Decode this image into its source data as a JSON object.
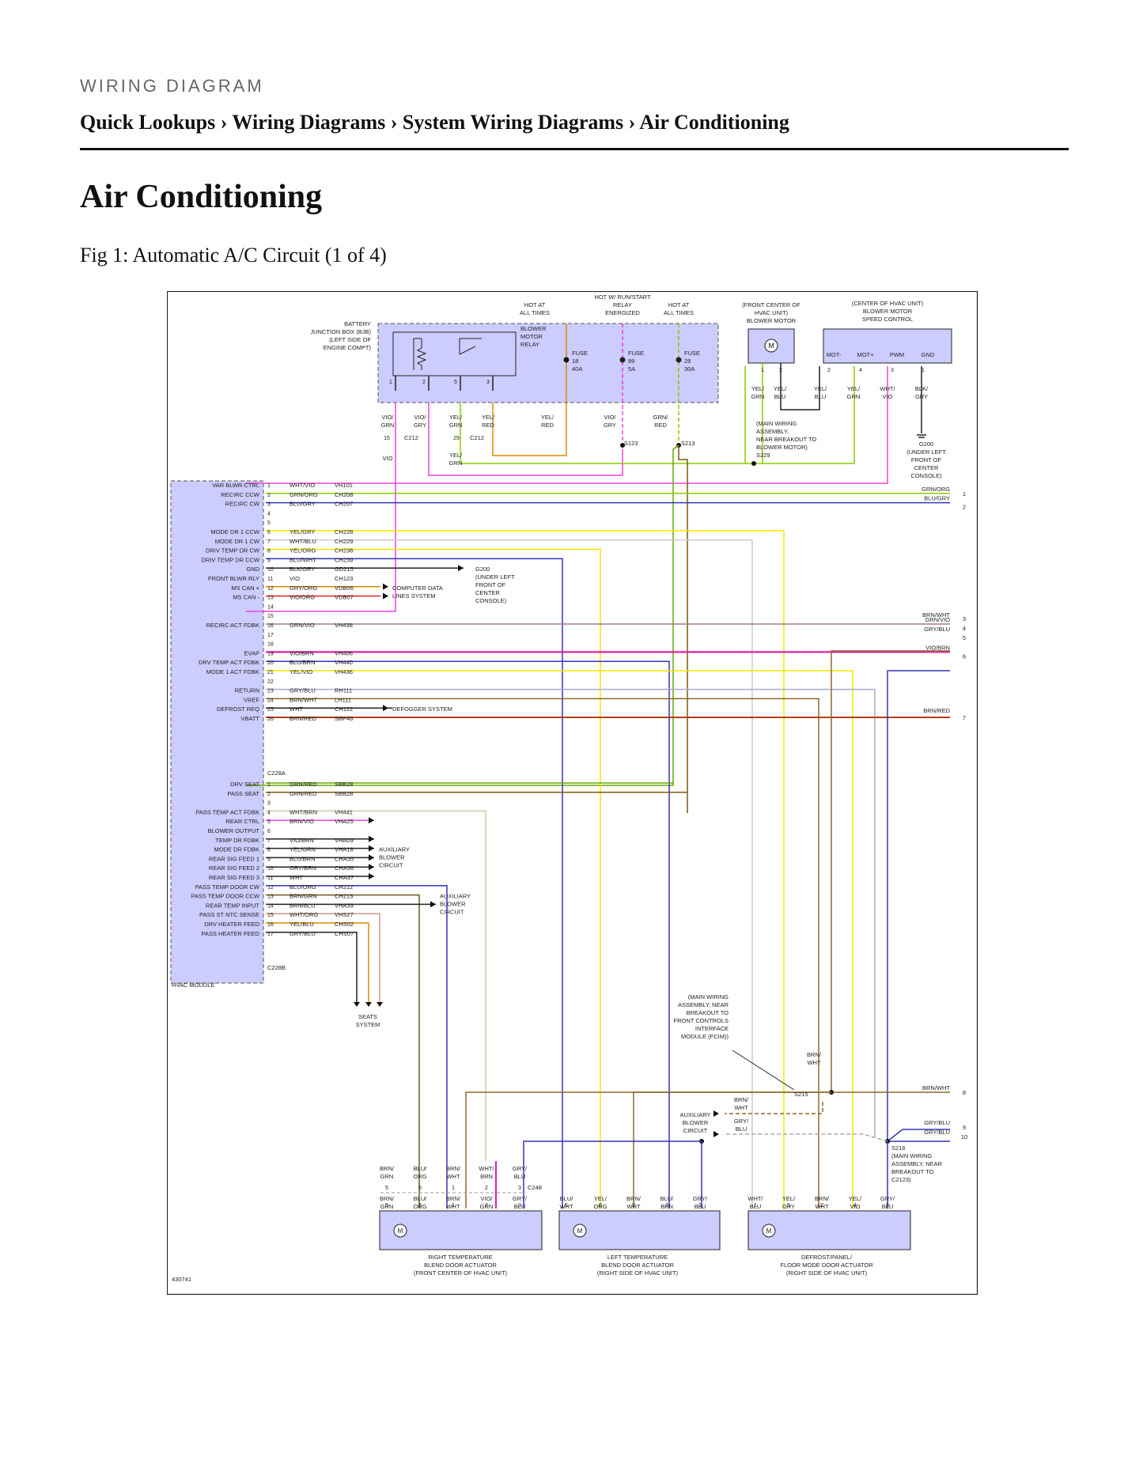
{
  "header": {
    "kicker": "WIRING DIAGRAM",
    "breadcrumb": "Quick Lookups › Wiring Diagrams › System Wiring Diagrams › Air Conditioning"
  },
  "page_title": "Air Conditioning",
  "figure_caption": "Fig 1: Automatic A/C Circuit (1 of 4)",
  "diagram": {
    "figure_id": "430741",
    "bjb": [
      "BATTERY",
      "JUNCTION BOX (BJB)",
      "(LEFT SIDE OF",
      "ENGINE COMPT)"
    ],
    "relay": [
      "BLOWER",
      "MOTOR",
      "RELAY"
    ],
    "hot_labels": {
      "a": [
        "HOT AT",
        "ALL TIMES"
      ],
      "b": [
        "HOT W/ RUN/START",
        "RELAY",
        "ENERGIZED"
      ],
      "c": [
        "HOT AT",
        "ALL TIMES"
      ]
    },
    "fuses": [
      [
        "FUSE",
        "18",
        "40A"
      ],
      [
        "FUSE",
        "89",
        "5A"
      ],
      [
        "FUSE",
        "28",
        "30A"
      ]
    ],
    "blower_motor": [
      "(FRONT CENTER OF",
      "HVAC UNIT)",
      "BLOWER MOTOR"
    ],
    "speed_control": [
      "(CENTER OF HVAC UNIT)",
      "BLOWER MOTOR",
      "SPEED CONTROL"
    ],
    "speed_pins": [
      "MOT-",
      "MOT+",
      "PWM",
      "GND"
    ],
    "top_wires": [
      [
        "VIO/",
        "GRN"
      ],
      [
        "VIO/",
        "GRY"
      ],
      [
        "YEL/",
        "GRN"
      ],
      [
        "YEL/",
        "RED"
      ],
      [
        "YEL/",
        "RED"
      ],
      [
        "VIO/",
        "GRY"
      ],
      [
        "GRN/",
        "RED"
      ],
      [
        "YEL/",
        "GRN"
      ],
      [
        "YEL/",
        "BLU"
      ],
      [
        "YEL/",
        "BLU"
      ],
      [
        "YEL/",
        "GRN"
      ],
      [
        "WHT/",
        "VIO"
      ],
      [
        "BLK/",
        "GRY"
      ]
    ],
    "splices_top": [
      "S123",
      "S213"
    ],
    "s229": [
      "(MAIN WIRING",
      "ASSEMBLY,",
      "NEAR BREAKOUT TO",
      "BLOWER MOTOR)",
      "S229"
    ],
    "g200": [
      "G200",
      "(UNDER LEFT",
      "FRONT OF",
      "CENTER",
      "CONSOLE)"
    ],
    "g200b": [
      "G200",
      "(UNDER LEFT",
      "FRONT OF",
      "CENTER",
      "CONSOLE)"
    ],
    "hvac_module": "HVAC MODULE",
    "pins_a": [
      {
        "pin": "1",
        "label": "VAR BLWR CTRL",
        "wire": "WHT/VIO",
        "circuit": "VH101"
      },
      {
        "pin": "2",
        "label": "RECIRC CCW",
        "wire": "GRN/ORG",
        "circuit": "CH208"
      },
      {
        "pin": "3",
        "label": "RECIRC CW",
        "wire": "BLU/GRY",
        "circuit": "CH207"
      },
      {
        "pin": "4",
        "label": "",
        "wire": "",
        "circuit": ""
      },
      {
        "pin": "5",
        "label": "",
        "wire": "",
        "circuit": ""
      },
      {
        "pin": "6",
        "label": "MODE DR 1 CCW",
        "wire": "YEL/GRY",
        "circuit": "CH228"
      },
      {
        "pin": "7",
        "label": "MODE DR 1 CW",
        "wire": "WHT/BLU",
        "circuit": "CH229"
      },
      {
        "pin": "8",
        "label": "DRIV TEMP DR CW",
        "wire": "YEL/ORG",
        "circuit": "CH238"
      },
      {
        "pin": "9",
        "label": "DRIV TEMP DR CCW",
        "wire": "BLU/WHT",
        "circuit": "CH239"
      },
      {
        "pin": "10",
        "label": "GND",
        "wire": "BLK/GRY",
        "circuit": "GD215"
      },
      {
        "pin": "11",
        "label": "FRONT BLWR RLY",
        "wire": "VIO",
        "circuit": "CH123"
      },
      {
        "pin": "12",
        "label": "MS CAN +",
        "wire": "GRY/ORG",
        "circuit": "VDB06"
      },
      {
        "pin": "13",
        "label": "MS CAN -",
        "wire": "VIO/ORG",
        "circuit": "VDB07"
      },
      {
        "pin": "14",
        "label": "",
        "wire": "",
        "circuit": ""
      },
      {
        "pin": "15",
        "label": "",
        "wire": "",
        "circuit": ""
      },
      {
        "pin": "16",
        "label": "RECIRC ACT FDBK",
        "wire": "GRN/VIO",
        "circuit": "VH438"
      },
      {
        "pin": "17",
        "label": "",
        "wire": "",
        "circuit": ""
      },
      {
        "pin": "18",
        "label": "",
        "wire": "",
        "circuit": ""
      },
      {
        "pin": "19",
        "label": "EVAP",
        "wire": "VIO/BRN",
        "circuit": "VH406"
      },
      {
        "pin": "20",
        "label": "DRV TEMP ACT FDBK",
        "wire": "BLU/BRN",
        "circuit": "VH440"
      },
      {
        "pin": "21",
        "label": "MODE 1 ACT FDBK",
        "wire": "YEL/VIO",
        "circuit": "VH436"
      },
      {
        "pin": "22",
        "label": "",
        "wire": "",
        "circuit": ""
      },
      {
        "pin": "23",
        "label": "RETURN",
        "wire": "GRY/BLU",
        "circuit": "RH111"
      },
      {
        "pin": "24",
        "label": "VREF",
        "wire": "BRN/WHT",
        "circuit": "LH111"
      },
      {
        "pin": "25",
        "label": "DEFROST REQ",
        "wire": "WHT",
        "circuit": "CH122"
      },
      {
        "pin": "26",
        "label": "VBATT",
        "wire": "BRN/RED",
        "circuit": "SBP46"
      }
    ],
    "pins_b": [
      {
        "pin": "1",
        "label": "DRV SEAT",
        "wire": "GRN/RED",
        "circuit": "SBB28"
      },
      {
        "pin": "2",
        "label": "PASS SEAT",
        "wire": "GRN/RED",
        "circuit": "SBB28"
      },
      {
        "pin": "3",
        "label": "",
        "wire": "",
        "circuit": ""
      },
      {
        "pin": "4",
        "label": "PASS TEMP ACT FDBK",
        "wire": "WHT/BRN",
        "circuit": "VH441"
      },
      {
        "pin": "5",
        "label": "REAR CTRL",
        "wire": "BRN/VIO",
        "circuit": "VHA25"
      },
      {
        "pin": "6",
        "label": "BLOWER OUTPUT",
        "wire": "",
        "circuit": ""
      },
      {
        "pin": "7",
        "label": "TEMP DR FDBK",
        "wire": "VIO/BRN",
        "circuit": "VHA09"
      },
      {
        "pin": "8",
        "label": "MODE DR FDBK",
        "wire": "YEL/GRN",
        "circuit": "VHA18"
      },
      {
        "pin": "9",
        "label": "REAR SIG FEED 1",
        "wire": "BLU/BRN",
        "circuit": "CHA35"
      },
      {
        "pin": "10",
        "label": "REAR SIG FEED 2",
        "wire": "GRY/BRN",
        "circuit": "CHA36"
      },
      {
        "pin": "11",
        "label": "REAR SIG FEED 3",
        "wire": "WHT",
        "circuit": "CHA37"
      },
      {
        "pin": "12",
        "label": "PASS TEMP DOOR CW",
        "wire": "BLU/ORG",
        "circuit": "CH212"
      },
      {
        "pin": "13",
        "label": "PASS TEMP DOOR CCW",
        "wire": "BRN/GRN",
        "circuit": "CH213"
      },
      {
        "pin": "14",
        "label": "REAR TEMP INPUT",
        "wire": "BRN/BLU",
        "circuit": "VHA39"
      },
      {
        "pin": "15",
        "label": "PASS ST NTC SENSE",
        "wire": "WHT/ORG",
        "circuit": "VHS27"
      },
      {
        "pin": "16",
        "label": "DRV HEATER FEED",
        "wire": "YEL/BLU",
        "circuit": "CHS02"
      },
      {
        "pin": "17",
        "label": "PASS HEATER FEED",
        "wire": "GRY/BLU",
        "circuit": "CHS07"
      }
    ],
    "connectors": {
      "a": "C228A",
      "b": "C228B",
      "c212": "C212",
      "c248": "C248"
    },
    "computer_data": [
      "COMPUTER DATA",
      "LINES SYSTEM"
    ],
    "defogger": "DEFOGGER SYSTEM",
    "aux_blower": [
      "AUXILIARY",
      "BLOWER",
      "CIRCUIT"
    ],
    "seats": [
      "SEATS",
      "SYSTEM"
    ],
    "right_wires": [
      {
        "label": "GRN/ORG",
        "num": "1"
      },
      {
        "label": "BLU/GRY",
        "num": "2"
      },
      {
        "label": "BRN/WHT",
        "num": "3"
      },
      {
        "label": "GRN/VIO",
        "num": "4"
      },
      {
        "label": "GRY/BLU",
        "num": "5"
      },
      {
        "label": "VIO/BRN",
        "num": "6"
      },
      {
        "label": "BRN/RED",
        "num": "7"
      },
      {
        "label": "BRN/WHT",
        "num": "8"
      },
      {
        "label": "GRY/BLU",
        "num": "9"
      },
      {
        "label": "GRY/BLU",
        "num": "10"
      }
    ],
    "fcim": [
      "(MAIN WIRING",
      "ASSEMBLY, NEAR",
      "BREAKOUT TO",
      "FRONT CONTROLS",
      "INTERFACE",
      "MODULE (FCIM))"
    ],
    "s215": "S215",
    "s216": [
      "S216",
      "(MAIN WIRING",
      "ASSEMBLY, NEAR",
      "BREAKOUT TO",
      "C2123)"
    ],
    "s215_wires": [
      [
        "BRN/",
        "WHT"
      ],
      [
        "BRN/",
        "WHT"
      ],
      [
        "GRY/",
        "BLU"
      ]
    ],
    "c248_upper": [
      [
        "BRN/",
        "GRN"
      ],
      [
        "BLU/",
        "ORG"
      ],
      [
        "BRN/",
        "WHT"
      ],
      [
        "WHT/",
        "BRN"
      ],
      [
        "GRY/",
        "BLU"
      ]
    ],
    "c248_pins": [
      "5",
      "6",
      "1",
      "2",
      "3"
    ],
    "act1_wires": [
      [
        "BRN/",
        "GRN"
      ],
      [
        "BLU/",
        "ORG"
      ],
      [
        "BRN/",
        "WHT"
      ],
      [
        "VIO/",
        "GRN"
      ],
      [
        "GRY/",
        "BLU"
      ]
    ],
    "act1_pins": [
      "5",
      "6",
      "1",
      "2",
      "3"
    ],
    "act2_wires": [
      [
        "BLU/",
        "WHT"
      ],
      [
        "YEL/",
        "ORG"
      ],
      [
        "BRN/",
        "WHT"
      ],
      [
        "BLU/",
        "BRN"
      ],
      [
        "GRY/",
        "BLU"
      ]
    ],
    "act2_pins": [
      "5",
      "6",
      "3",
      "2",
      "1"
    ],
    "act3_wires": [
      [
        "WHT/",
        "BLU"
      ],
      [
        "YEL/",
        "GRY"
      ],
      [
        "BRN/",
        "WHT"
      ],
      [
        "YEL/",
        "VIO"
      ],
      [
        "GRY/",
        "BLU"
      ]
    ],
    "act3_pins": [
      "1",
      "6",
      "2",
      "4",
      "3"
    ],
    "actuators": [
      [
        "RIGHT TEMPERATURE",
        "BLEND DOOR ACTUATOR",
        "(FRONT CENTER OF HVAC UNIT)"
      ],
      [
        "LEFT TEMPERATURE",
        "BLEND DOOR ACTUATOR",
        "(RIGHT SIDE OF HVAC UNIT)"
      ],
      [
        "DEFROST/PANEL/",
        "FLOOR MODE DOOR ACTUATOR",
        "(RIGHT SIDE OF HVAC UNIT)"
      ]
    ],
    "misc": {
      "pin15": "15",
      "pin29": "29",
      "vio": "VIO",
      "yel_grn": [
        "YEL/",
        "GRN"
      ],
      "bm_pins": [
        "1",
        "2"
      ],
      "sc_pins": [
        "2",
        "4",
        "3",
        "1"
      ],
      "relay_pins": [
        "1",
        "2",
        "5",
        "3"
      ],
      "motor": "M",
      "gnd_pin": "1"
    },
    "colors": {
      "module_fill": "#ccccff",
      "violet": "#ee44dd",
      "yellow": "#f2e600",
      "green": "#88cc00",
      "blue": "#3333bb",
      "brown": "#8a6a2a",
      "orange": "#e08800",
      "red": "#dd2222",
      "gray": "#aaaaaa"
    }
  }
}
